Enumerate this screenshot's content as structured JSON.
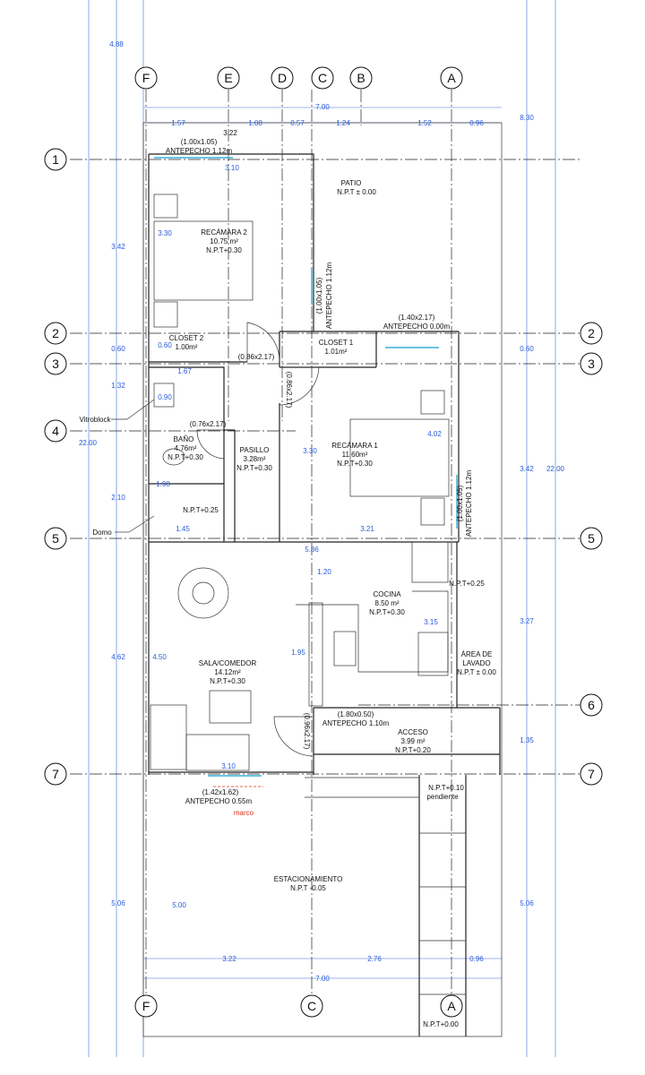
{
  "axes_letters": {
    "F": "F",
    "E": "E",
    "D": "D",
    "C": "C",
    "B": "B",
    "A": "A"
  },
  "axes_numbers": {
    "n1": "1",
    "n2": "2",
    "n3": "3",
    "n4": "4",
    "n5": "5",
    "n6": "6",
    "n7": "7"
  },
  "rooms": {
    "patio": {
      "name": "PATIO",
      "level": "N.P.T ± 0.00"
    },
    "recamara2": {
      "name": "RECÁMARA 2",
      "area": "10.75 m²",
      "level": "N.P.T+0.30"
    },
    "closet2": {
      "name": "CLOSET 2",
      "area": "1.00m²"
    },
    "closet1": {
      "name": "CLOSET 1",
      "area": "1.01m²"
    },
    "recamara1": {
      "name": "RECÁMARA 1",
      "area": "11.60m²",
      "level": "N.P.T+0.30"
    },
    "bano": {
      "name": "BAÑO",
      "area": "4.76m²",
      "level": "N.P.T+0.30"
    },
    "pasillo": {
      "name": "PASILLO",
      "area": "3.28m²",
      "level": "N.P.T+0.30"
    },
    "domo_level": {
      "level": "N.P.T+0.25"
    },
    "cocina": {
      "name": "COCINA",
      "area": "8.50 m²",
      "level": "N.P.T+0.30"
    },
    "kitchen_side_level": {
      "level": "N.P.T+0.25"
    },
    "lavado": {
      "name1": "ÁREA DE",
      "name2": "LAVADO",
      "level": "N.P.T ± 0.00"
    },
    "sala": {
      "name": "SALA/COMEDOR",
      "area": "14.12m²",
      "level": "N.P.T+0.30"
    },
    "acceso": {
      "name": "ACCESO",
      "area": "3.99 m²",
      "level": "N.P.T+0.20"
    },
    "ramp": {
      "level": "N.P.T+0.10",
      "note": "pendiente"
    },
    "estacionamiento": {
      "name": "ESTACIONAMIENTO",
      "level": "N.P.T -0.05"
    },
    "street_level": {
      "level": "N.P.T+0.00"
    }
  },
  "openings": {
    "w_top_size": "(1.00x1.05)",
    "w_top_note": "ANTEPECHO 1.12m",
    "w_patio_size": "(1.00x1.05)",
    "w_patio_note": "ANTEPECHO 1.12m",
    "w_closet_size": "(1.40x2.17)",
    "w_closet_note": "ANTEPECHO 0.00m",
    "door_closet2": "(0.86x2.17)",
    "door_pasillo": "(0.86x2.17)",
    "door_bano": "(0.76x2.17)",
    "w_rec1_size": "(1.00x1.05)",
    "w_rec1_note": "ANTEPECHO 1.12m",
    "w_kitchen_size": "(1.80x0.50)",
    "w_kitchen_note": "ANTEPECHO 1.10m",
    "door_entry": "(0.96x2.17)",
    "w_sala_size": "(1.42x1.62)",
    "w_sala_note": "ANTEPECHO 0.55m",
    "marco": "marco"
  },
  "callouts": {
    "vitroblock": "Vitroblock",
    "domo": "Domo"
  },
  "dims": {
    "top_total": "7.00",
    "t1": "1.57",
    "t2": "1.08",
    "t3": "0.57",
    "t4": "1.24",
    "t5": "1.52",
    "t6": "0.96",
    "top_322": "3.22",
    "top_488": "4.88",
    "right_830": "8.30",
    "left_342": "3.42",
    "left_060": "0.60",
    "left_132": "1.32",
    "left_2200": "22.00",
    "left_210": "2.10",
    "left_462": "4.62",
    "left_506": "5.06",
    "right_060": "0.60",
    "right_342": "3.42",
    "right_2200": "22.00",
    "right_327": "3.27",
    "right_135": "1.35",
    "right_506": "5.06",
    "in_310": "3.10",
    "in_330": "3.30",
    "in_060": "0.60",
    "in_167": "1.67",
    "in_090": "0.90",
    "in_198": "1.98",
    "in_145": "1.45",
    "in_330b": "3.30",
    "in_402": "4.02",
    "in_321": "3.21",
    "in_586": "5.86",
    "in_120": "1.20",
    "in_315": "3.15",
    "in_195": "1.95",
    "in_450": "4.50",
    "in_310b": "3.10",
    "in_500": "5.00",
    "bot_322": "3.22",
    "bot_276": "2.76",
    "bot_096": "0.96",
    "bot_total": "7.00"
  }
}
